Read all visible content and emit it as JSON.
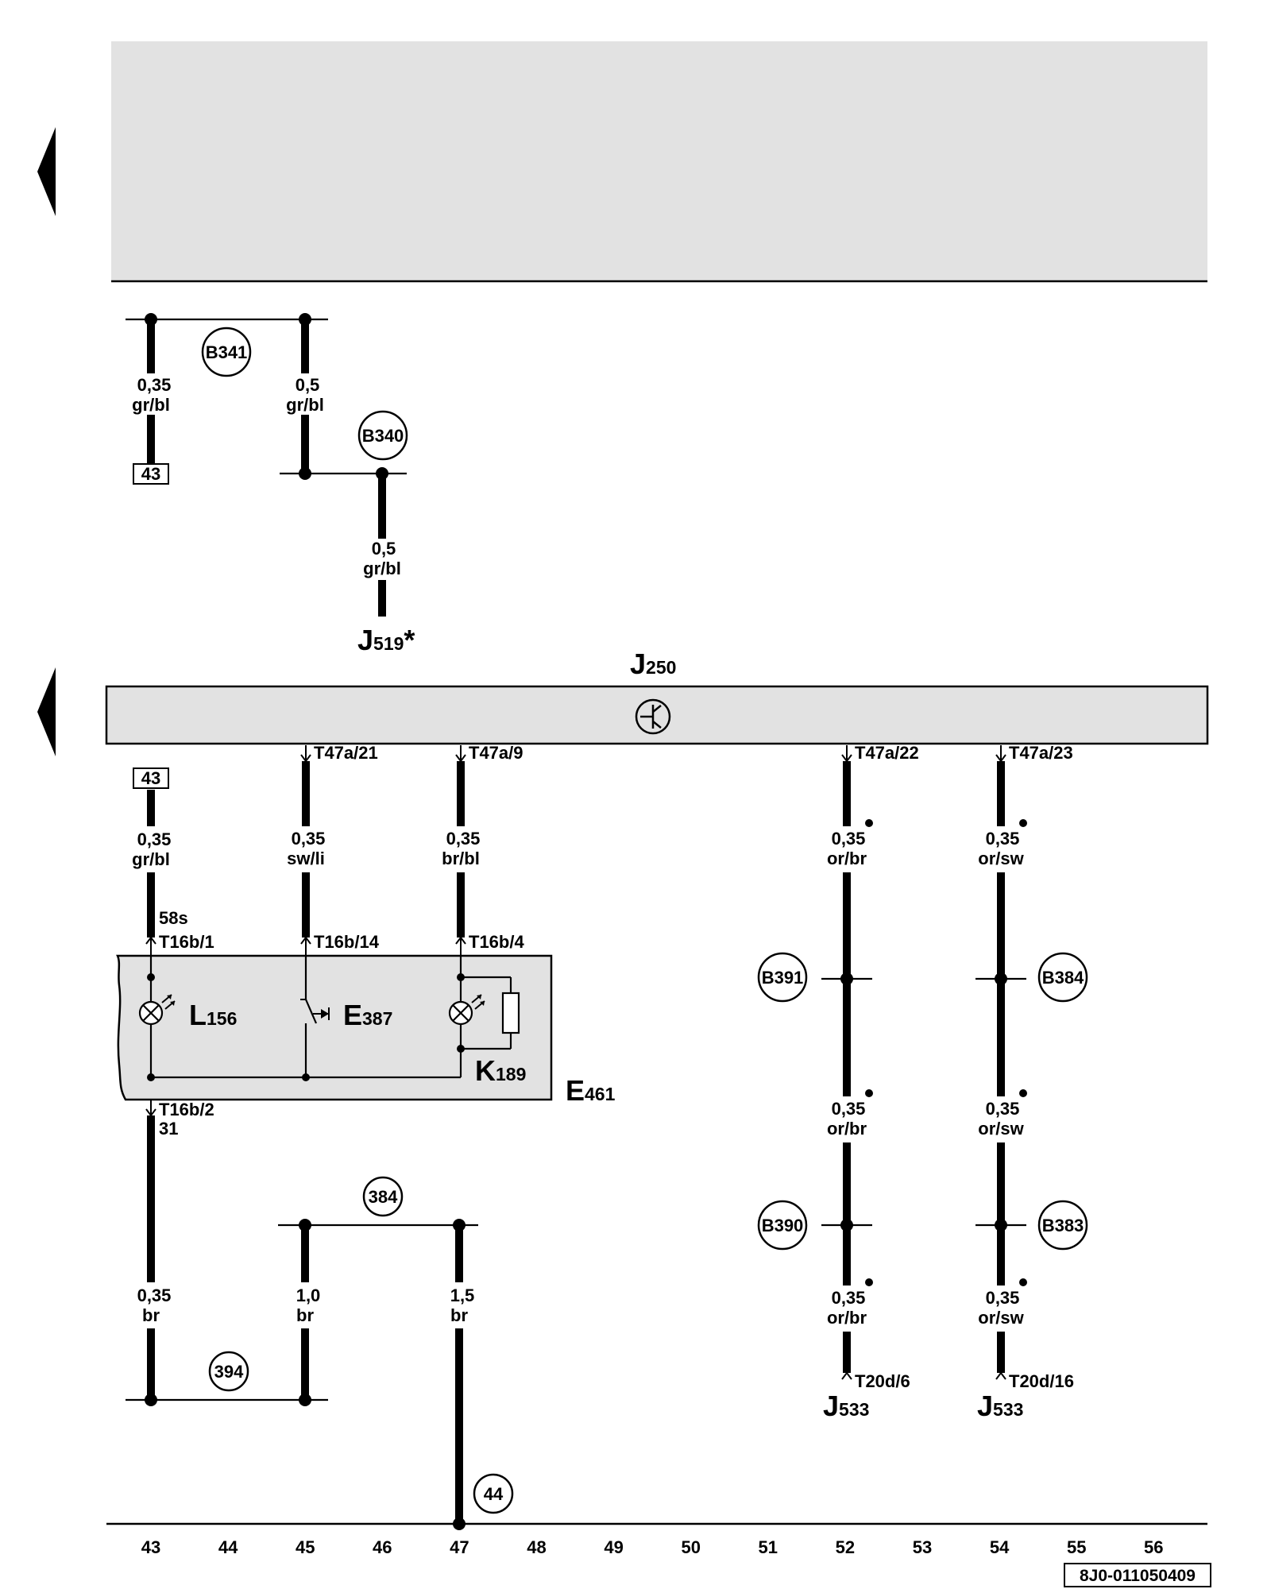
{
  "components": {
    "j519": {
      "code": "J",
      "sub": "519",
      "suffix": "*"
    },
    "j250": {
      "code": "J",
      "sub": "250"
    },
    "l156": {
      "code": "L",
      "sub": "156"
    },
    "e387": {
      "code": "E",
      "sub": "387"
    },
    "k189": {
      "code": "K",
      "sub": "189"
    },
    "e461": {
      "code": "E",
      "sub": "461"
    },
    "j533_a": {
      "code": "J",
      "sub": "533"
    },
    "j533_b": {
      "code": "J",
      "sub": "533"
    }
  },
  "refs": {
    "b341": "B341",
    "b340": "B340",
    "b391": "B391",
    "b384": "B384",
    "b390": "B390",
    "b383": "B383",
    "c384": "384",
    "c394": "394",
    "c44": "44"
  },
  "boxes": {
    "top": "43",
    "mid": "43"
  },
  "wires": {
    "w1": {
      "size": "0,35",
      "color": "gr/bl"
    },
    "w2": {
      "size": "0,5",
      "color": "gr/bl"
    },
    "w3": {
      "size": "0,5",
      "color": "gr/bl"
    },
    "w4": {
      "size": "0,35",
      "color": "gr/bl"
    },
    "w5": {
      "size": "0,35",
      "color": "sw/li"
    },
    "w6": {
      "size": "0,35",
      "color": "br/bl"
    },
    "w7": {
      "size": "0,35",
      "color": "or/br"
    },
    "w8": {
      "size": "0,35",
      "color": "or/sw"
    },
    "w9": {
      "size": "0,35",
      "color": "or/br"
    },
    "w10": {
      "size": "0,35",
      "color": "or/sw"
    },
    "w11": {
      "size": "0,35",
      "color": "or/br"
    },
    "w12": {
      "size": "0,35",
      "color": "or/sw"
    },
    "w13": {
      "size": "0,35",
      "color": "br"
    },
    "w14": {
      "size": "1,0",
      "color": "br"
    },
    "w15": {
      "size": "1,5",
      "color": "br"
    }
  },
  "pins": {
    "t47a21": "T47a/21",
    "t47a9": "T47a/9",
    "t47a22": "T47a/22",
    "t47a23": "T47a/23",
    "t16b1": "T16b/1",
    "t16b14": "T16b/14",
    "t16b4": "T16b/4",
    "t16b2": "T16b/2",
    "t20d6": "T20d/6",
    "t20d16": "T20d/16"
  },
  "terminals": {
    "t58s": "58s",
    "t31": "31"
  },
  "track_numbers": [
    "43",
    "44",
    "45",
    "46",
    "47",
    "48",
    "49",
    "50",
    "51",
    "52",
    "53",
    "54",
    "55",
    "56"
  ],
  "doc_code": "8J0-011050409"
}
